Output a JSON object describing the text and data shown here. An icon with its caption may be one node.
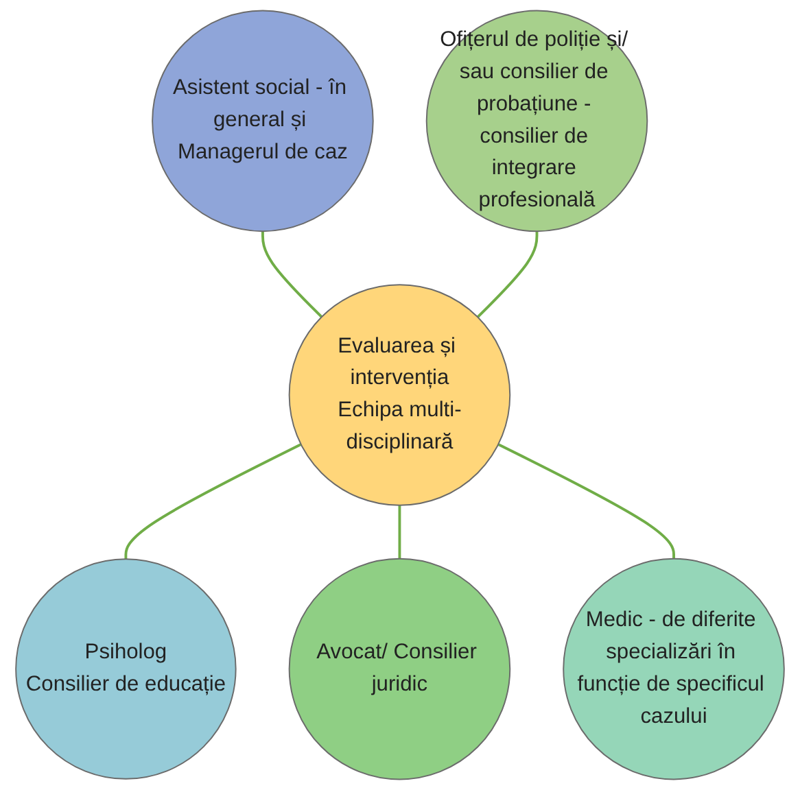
{
  "diagram": {
    "nodes": [
      {
        "text": [
          "Asistent social - în general și Managerul de caz"
        ]
      },
      {
        "text": [
          "Ofițerul de poliție și/ sau consilier de probațiune - consilier de integrare profesională"
        ]
      },
      {
        "text": [
          "Evaluarea și intervenția",
          "Echipa multi-disciplinară"
        ]
      },
      {
        "text": [
          "Psiholog",
          "Consilier de educație"
        ]
      },
      {
        "text": [
          "Avocat/ Consilier juridic"
        ]
      },
      {
        "text": [
          "Medic - de diferite specializări în funcție de specificul cazului"
        ]
      }
    ],
    "edges": [
      {
        "from": 0,
        "to": 2,
        "arrow": "none"
      },
      {
        "from": 1,
        "to": 2,
        "arrow": "none"
      },
      {
        "from": 2,
        "to": 3,
        "arrow": "none"
      },
      {
        "from": 2,
        "to": 4,
        "arrow": "none"
      },
      {
        "from": 2,
        "to": 5,
        "arrow": "none"
      }
    ]
  }
}
